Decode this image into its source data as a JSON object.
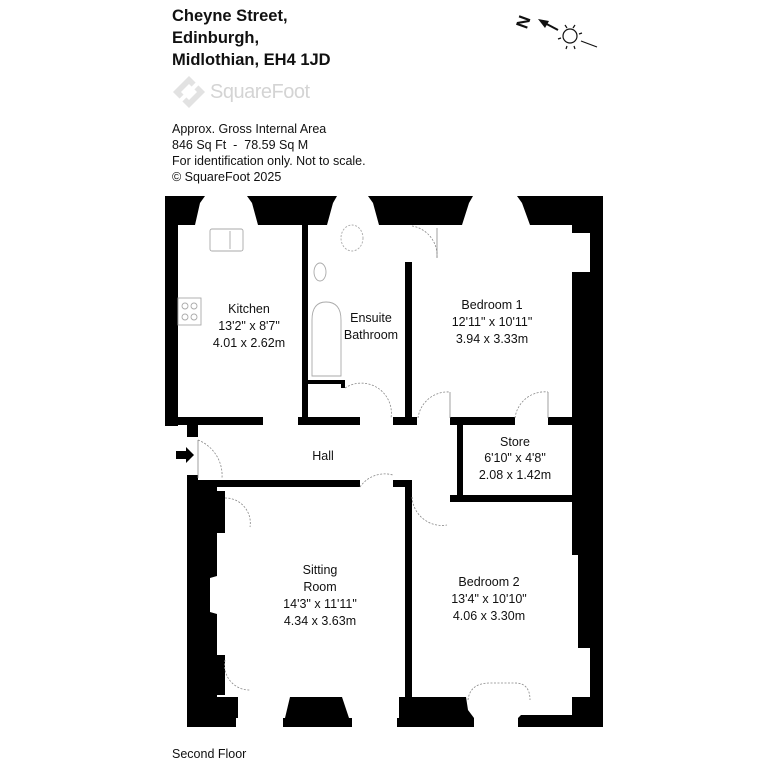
{
  "header": {
    "address_lines": [
      "Cheyne Street,",
      "Edinburgh,",
      "Midlothian, EH4 1JD"
    ],
    "logo_text": "SquareFoot",
    "info_lines": [
      "Approx. Gross Internal Area",
      "846 Sq Ft  -  78.59 Sq M",
      "For identification only. Not to scale.",
      "© SquareFoot 2025"
    ],
    "compass_label": "N"
  },
  "rooms": {
    "kitchen": {
      "name": "Kitchen",
      "imperial": "13'2\" x 8'7\"",
      "metric": "4.01 x 2.62m"
    },
    "ensuite": {
      "name1": "Ensuite",
      "name2": "Bathroom"
    },
    "bedroom1": {
      "name": "Bedroom 1",
      "imperial": "12'11\" x 10'11\"",
      "metric": "3.94 x 3.33m"
    },
    "hall": {
      "name": "Hall"
    },
    "store": {
      "name": "Store",
      "imperial": "6'10\" x 4'8\"",
      "metric": "2.08 x 1.42m"
    },
    "sitting": {
      "name1": "Sitting",
      "name2": "Room",
      "imperial": "14'3\" x 11'11\"",
      "metric": "4.34 x 3.63m"
    },
    "bedroom2": {
      "name": "Bedroom 2",
      "imperial": "13'4\" x 10'10\"",
      "metric": "4.06 x 3.30m"
    }
  },
  "footer": {
    "floor_label": "Second Floor"
  }
}
